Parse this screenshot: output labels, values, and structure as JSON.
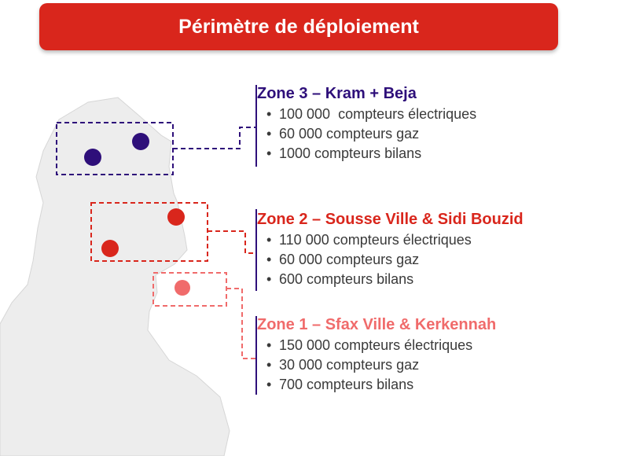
{
  "title": "Périmètre de déploiement",
  "colors": {
    "banner": "#d9261c",
    "zone3": "#2e0f7a",
    "zone2": "#d9261c",
    "zone1": "#f06b6b",
    "map": "#ededed"
  },
  "zones": [
    {
      "title": "Zone 3 – Kram + Beja",
      "items": [
        "100 000  compteurs électriques",
        "60 000 compteurs gaz",
        "1000 compteurs bilans"
      ]
    },
    {
      "title": "Zone 2 – Sousse Ville & Sidi Bouzid",
      "items": [
        "110 000 compteurs électriques",
        "60 000 compteurs gaz",
        "600 compteurs bilans"
      ]
    },
    {
      "title": "Zone 1 – Sfax Ville & Kerkennah",
      "items": [
        "150 000 compteurs électriques",
        "30 000 compteurs gaz",
        "700 compteurs bilans"
      ]
    }
  ]
}
